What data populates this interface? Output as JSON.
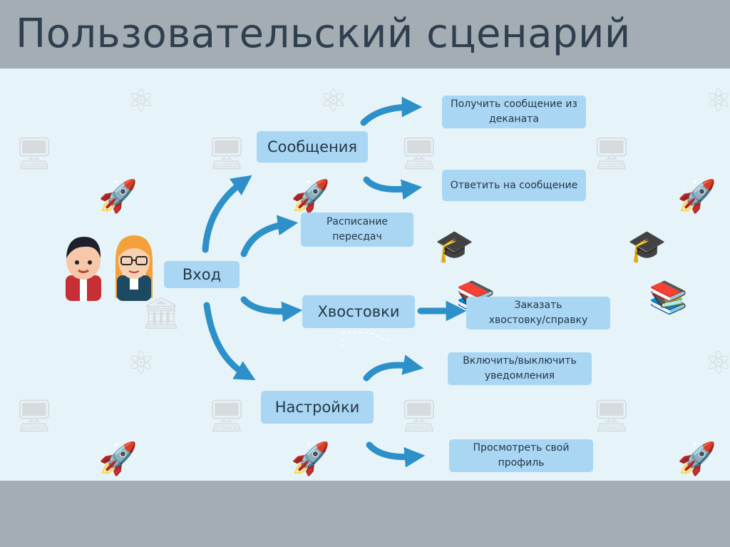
{
  "slide": {
    "title": "Пользовательский сценарий"
  },
  "colors": {
    "band": "#a4adb3",
    "panel": "#e6f4f9",
    "node": "#a9d6f3",
    "arrow": "#2e90c8",
    "title": "#2f3f4f"
  },
  "diagram": {
    "nodes": {
      "login": "Вход",
      "messages": "Сообщения",
      "schedule": "Расписание\nпересдач",
      "debts": "Хвостовки",
      "settings": "Настройки",
      "get_message": "Получить сообщение из\nдеканата",
      "reply_message": "Ответить на сообщение",
      "order_debt": "Заказать\nхвостовку/справку",
      "toggle_notifications": "Включить/выключить\nуведомления",
      "view_profile": "Просмотреть свой\nпрофиль"
    },
    "icons": {
      "users": "student-users-icon",
      "watermarks": [
        "atom-icon",
        "code-monitor-icon",
        "rocket-icon",
        "graduation-cap-icon",
        "books-icon",
        "bank-icon"
      ]
    }
  }
}
